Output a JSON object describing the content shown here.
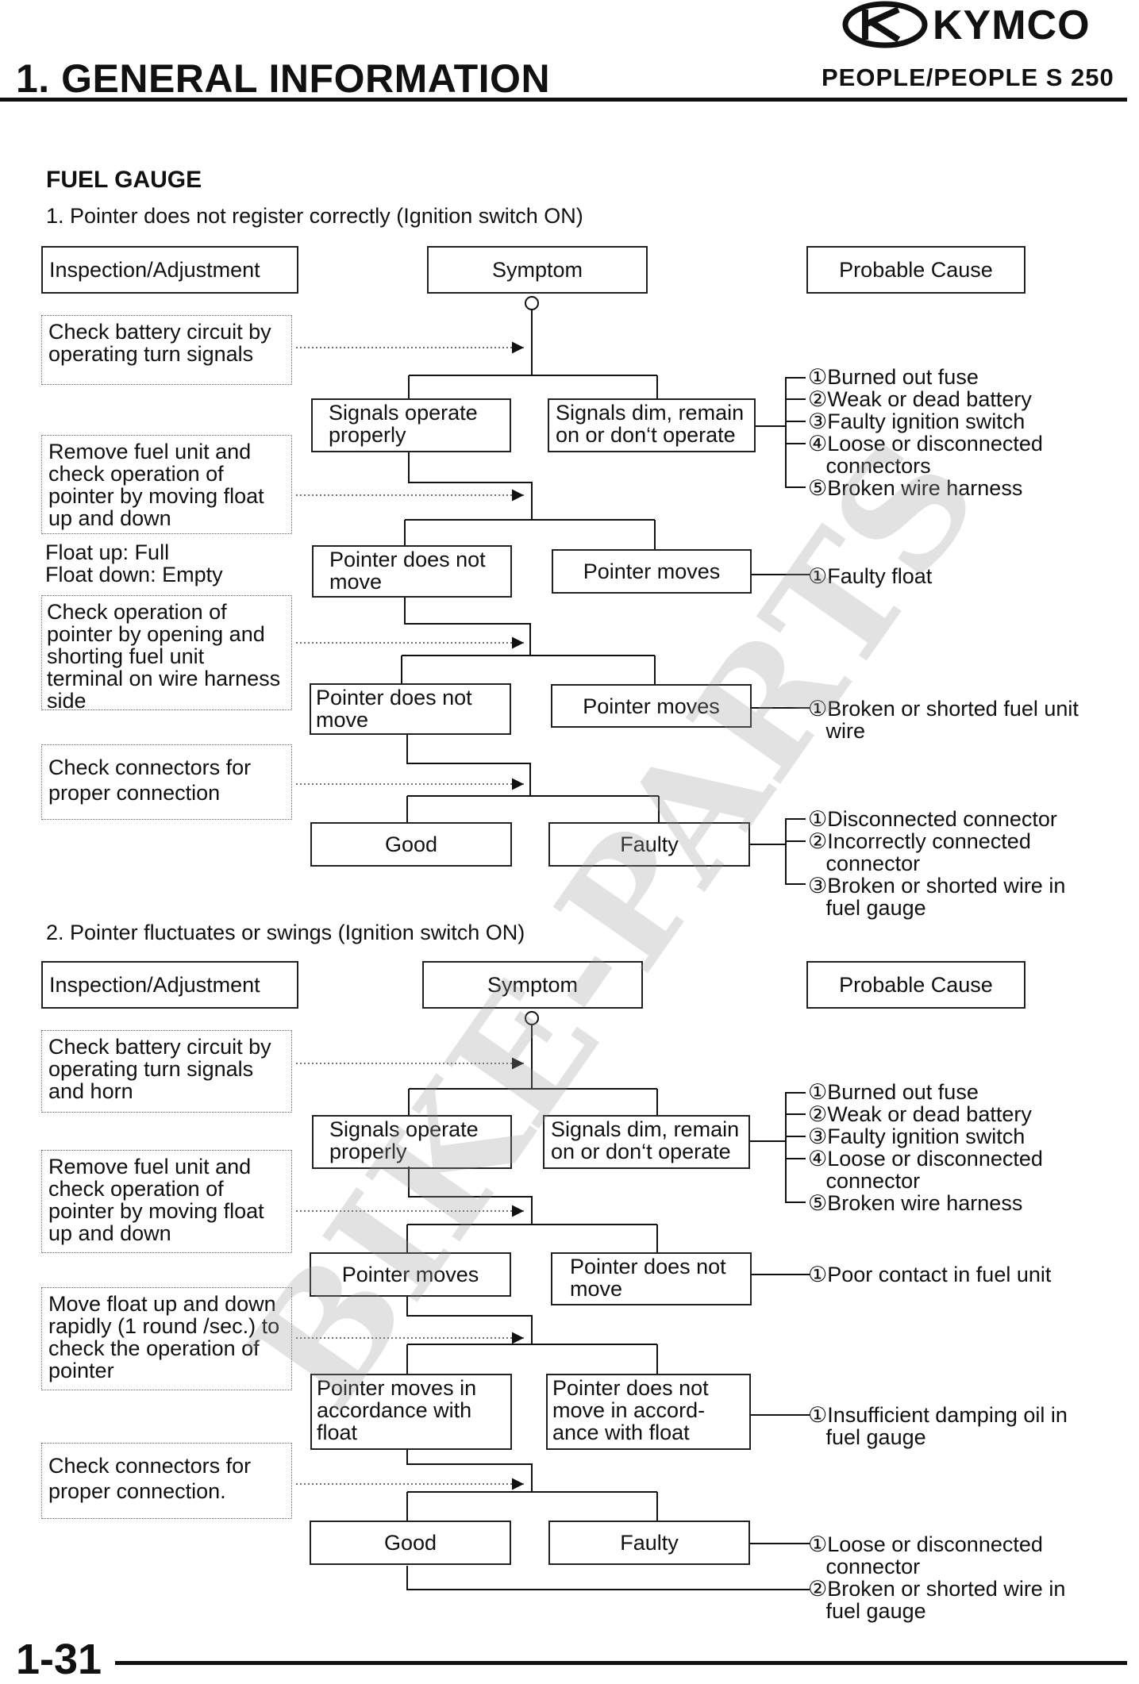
{
  "header": {
    "title": "1. GENERAL INFORMATION",
    "model": "PEOPLE/PEOPLE S 250",
    "brand": "KYMCO"
  },
  "section_title": "FUEL GAUGE",
  "part1": {
    "heading": "1. Pointer does not register correctly (Ignition switch ON)",
    "col_inspection": "Inspection/Adjustment",
    "col_symptom": "Symptom",
    "col_cause": "Probable Cause",
    "step1": "Check battery circuit by operating turn signals",
    "step2": "Remove fuel unit and check operation of pointer by moving float up and down",
    "float_up": "Float up: Full",
    "float_down": "Float down: Empty",
    "step3": "Check operation of pointer by opening and shorting fuel unit terminal on wire harness side",
    "step4": "Check connectors for proper connection",
    "r1_left": "Signals operate properly",
    "r1_right": "Signals dim, remain on or don‘t operate",
    "r1_causes": [
      "①Burned out fuse",
      "②Weak or dead battery",
      "③Faulty ignition switch",
      "④Loose or disconnected\n   connectors",
      "⑤Broken wire harness"
    ],
    "r2_left": "Pointer does not move",
    "r2_right": "Pointer moves",
    "r2_causes": [
      "①Faulty float"
    ],
    "r3_left": "Pointer does not move",
    "r3_right": "Pointer moves",
    "r3_causes": [
      "①Broken or shorted fuel unit\n   wire"
    ],
    "r4_left": "Good",
    "r4_right": "Faulty",
    "r4_causes": [
      "①Disconnected connector",
      "②Incorrectly connected\n   connector",
      "③Broken or shorted wire in\n   fuel gauge"
    ]
  },
  "part2": {
    "heading": "2. Pointer fluctuates or swings (Ignition switch ON)",
    "col_inspection": "Inspection/Adjustment",
    "col_symptom": "Symptom",
    "col_cause": "Probable Cause",
    "step1": "Check battery circuit by operating turn signals and horn",
    "step2": "Remove fuel unit and check operation of pointer by moving float up and down",
    "step3": "Move float up and down rapidly (1 round /sec.) to check the operation of pointer",
    "step4": "Check connectors for proper connection.",
    "r1_left": "Signals operate properly",
    "r1_right": "Signals dim, remain on or don‘t operate",
    "r1_causes": [
      "①Burned out fuse",
      "②Weak or dead battery",
      "③Faulty ignition switch",
      "④Loose or disconnected\n   connector",
      "⑤Broken wire harness"
    ],
    "r2_left": "Pointer moves",
    "r2_right": "Pointer does not move",
    "r2_causes": [
      "①Poor contact in fuel unit"
    ],
    "r3_left": "Pointer moves in accordance with float",
    "r3_right": "Pointer does not move in accord-ance with float",
    "r3_causes": [
      "①Insufficient damping oil in\n   fuel gauge"
    ],
    "r4_left": "Good",
    "r4_right": "Faulty",
    "r4_causes": [
      "①Loose or disconnected\n   connector",
      "②Broken or shorted wire in\n   fuel gauge"
    ]
  },
  "watermark": "BIKE-PARTS",
  "page_number": "1-31"
}
